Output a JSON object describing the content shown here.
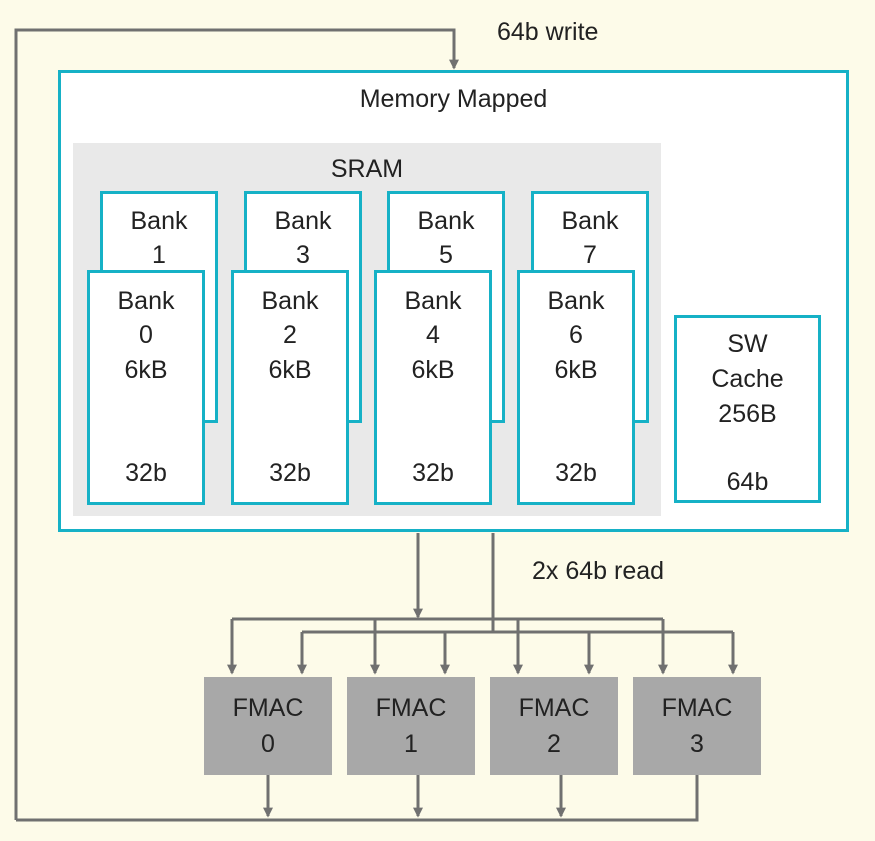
{
  "labels": {
    "write": "64b write",
    "memory_mapped": "Memory Mapped",
    "sram": "SRAM",
    "read": "2x 64b read"
  },
  "banks_back": [
    {
      "line1": "Bank",
      "line2": "1"
    },
    {
      "line1": "Bank",
      "line2": "3"
    },
    {
      "line1": "Bank",
      "line2": "5"
    },
    {
      "line1": "Bank",
      "line2": "7"
    }
  ],
  "banks_front": [
    {
      "line1": "Bank",
      "line2": "0",
      "size": "6kB",
      "width": "32b"
    },
    {
      "line1": "Bank",
      "line2": "2",
      "size": "6kB",
      "width": "32b"
    },
    {
      "line1": "Bank",
      "line2": "4",
      "size": "6kB",
      "width": "32b"
    },
    {
      "line1": "Bank",
      "line2": "6",
      "size": "6kB",
      "width": "32b"
    }
  ],
  "sw_cache": {
    "line1": "SW",
    "line2": "Cache",
    "size": "256B",
    "width": "64b"
  },
  "fmacs": [
    {
      "line1": "FMAC",
      "line2": "0"
    },
    {
      "line1": "FMAC",
      "line2": "1"
    },
    {
      "line1": "FMAC",
      "line2": "2"
    },
    {
      "line1": "FMAC",
      "line2": "3"
    }
  ],
  "colors": {
    "background": "#fdfbe9",
    "border": "#16b1c6",
    "sram_fill": "#e9e9e9",
    "fmac_fill": "#a8a8a8",
    "wire": "#707070"
  }
}
